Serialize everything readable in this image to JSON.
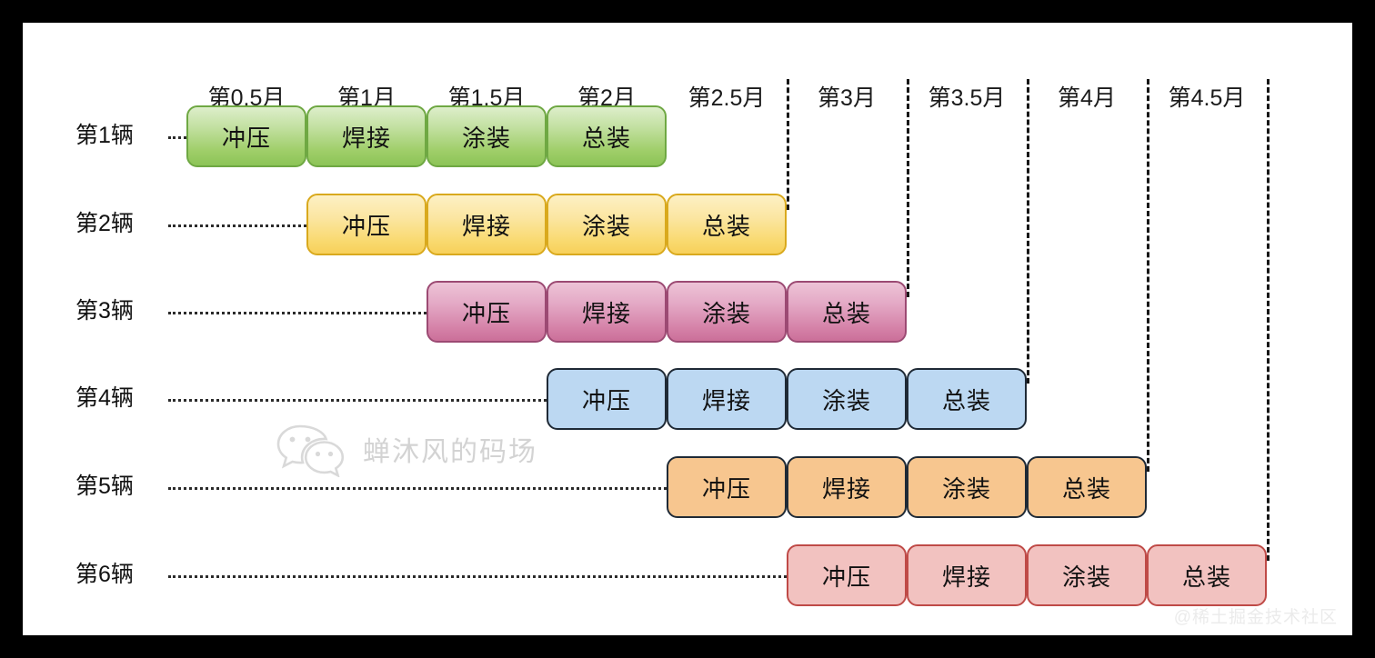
{
  "chart_data": {
    "type": "bar",
    "title": "",
    "xlabel": "",
    "ylabel": "",
    "subtype": "gantt-pipeline",
    "columns": [
      "第0.5月",
      "第1月",
      "第1.5月",
      "第2月",
      "第2.5月",
      "第3月",
      "第3.5月",
      "第4月",
      "第4.5月"
    ],
    "rows": [
      "第1辆",
      "第2辆",
      "第3辆",
      "第4辆",
      "第5辆",
      "第6辆"
    ],
    "stages": [
      "冲压",
      "焊接",
      "涂装",
      "总装"
    ],
    "series": [
      {
        "name": "第1辆",
        "color": "#8cc457",
        "start_col": 0,
        "values": [
          "冲压",
          "焊接",
          "涂装",
          "总装"
        ]
      },
      {
        "name": "第2辆",
        "color": "#f7d05a",
        "start_col": 1,
        "values": [
          "冲压",
          "焊接",
          "涂装",
          "总装"
        ]
      },
      {
        "name": "第3辆",
        "color": "#cb6f99",
        "start_col": 2,
        "values": [
          "冲压",
          "焊接",
          "涂装",
          "总装"
        ]
      },
      {
        "name": "第4辆",
        "color": "#bcd8f2",
        "start_col": 3,
        "values": [
          "冲压",
          "焊接",
          "涂装",
          "总装"
        ]
      },
      {
        "name": "第5辆",
        "color": "#f7c68f",
        "start_col": 4,
        "values": [
          "冲压",
          "焊接",
          "涂装",
          "总装"
        ]
      },
      {
        "name": "第6辆",
        "color": "#f2c2c0",
        "start_col": 5,
        "values": [
          "冲压",
          "焊接",
          "涂装",
          "总装"
        ]
      }
    ],
    "dashed_separators": [
      {
        "after_column": "第2.5月"
      },
      {
        "after_column": "第3月"
      },
      {
        "after_column": "第3.5月"
      },
      {
        "after_column": "第4月"
      },
      {
        "after_column": "第4.5月"
      }
    ],
    "grid": false,
    "legend": "none"
  },
  "header": {
    "columns": [
      {
        "label": "第0.5月"
      },
      {
        "label": "第1月"
      },
      {
        "label": "第1.5月"
      },
      {
        "label": "第2月"
      },
      {
        "label": "第2.5月"
      },
      {
        "label": "第3月"
      },
      {
        "label": "第3.5月"
      },
      {
        "label": "第4月"
      },
      {
        "label": "第4.5月"
      }
    ]
  },
  "rows": [
    {
      "label": "第1辆",
      "bars": [
        {
          "label": "冲压"
        },
        {
          "label": "焊接"
        },
        {
          "label": "涂装"
        },
        {
          "label": "总装"
        }
      ]
    },
    {
      "label": "第2辆",
      "bars": [
        {
          "label": "冲压"
        },
        {
          "label": "焊接"
        },
        {
          "label": "涂装"
        },
        {
          "label": "总装"
        }
      ]
    },
    {
      "label": "第3辆",
      "bars": [
        {
          "label": "冲压"
        },
        {
          "label": "焊接"
        },
        {
          "label": "涂装"
        },
        {
          "label": "总装"
        }
      ]
    },
    {
      "label": "第4辆",
      "bars": [
        {
          "label": "冲压"
        },
        {
          "label": "焊接"
        },
        {
          "label": "涂装"
        },
        {
          "label": "总装"
        }
      ]
    },
    {
      "label": "第5辆",
      "bars": [
        {
          "label": "冲压"
        },
        {
          "label": "焊接"
        },
        {
          "label": "涂装"
        },
        {
          "label": "总装"
        }
      ]
    },
    {
      "label": "第6辆",
      "bars": [
        {
          "label": "冲压"
        },
        {
          "label": "焊接"
        },
        {
          "label": "涂装"
        },
        {
          "label": "总装"
        }
      ]
    }
  ],
  "watermark": {
    "text": "蝉沐风的码场",
    "icon": "wechat-icon",
    "color": "#d3d3d3"
  },
  "credit": {
    "text": "@稀土掘金技术社区"
  }
}
